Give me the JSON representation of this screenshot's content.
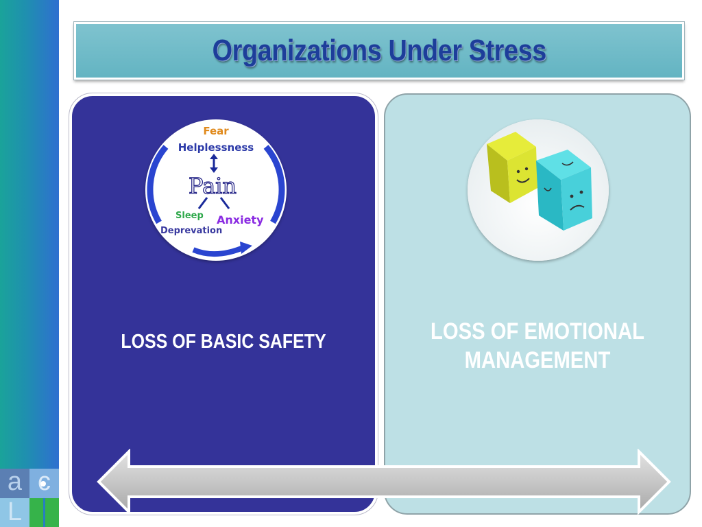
{
  "slide": {
    "title": "Organizations Under Stress",
    "left_panel": {
      "label": "LOSS OF BASIC SAFETY",
      "diagram_words": {
        "fear": "Fear",
        "helplessness": "Helplessness",
        "pain": "Pain",
        "sleep_line1": "Sleep",
        "sleep_line2": "Deprevation",
        "anxiety": "Anxiety"
      }
    },
    "right_panel": {
      "label_line1": "LOSS OF EMOTIONAL",
      "label_line2": "MANAGEMENT"
    },
    "logo": {
      "a": "a",
      "c": "c",
      "l": "L"
    }
  },
  "colors": {
    "left_panel": "#343399",
    "right_panel": "#bde0e5",
    "title_bar": "#6fbcc8",
    "title_text": "#1d3e9a",
    "arrow": "#c8c8c8",
    "logo_green": "#36b34a"
  },
  "icons": [
    "double-headed-arrow",
    "stress-cycle-diagram",
    "emotion-dice-image"
  ]
}
